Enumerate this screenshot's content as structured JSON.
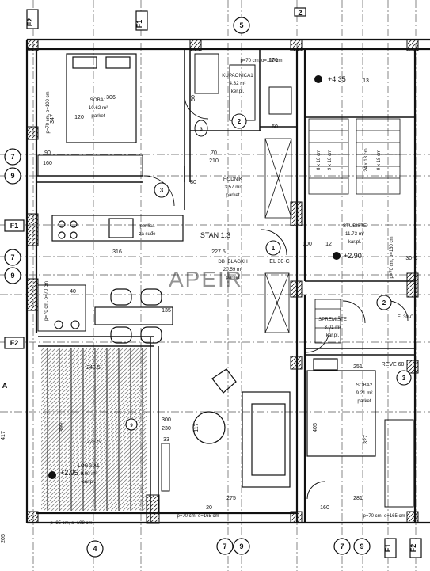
{
  "watermark": "APEIR",
  "axes": {
    "top_left": "F2",
    "top_mid": "F1",
    "top_circle": "5",
    "top_right": "2",
    "bottom": [
      "4",
      "7",
      "9",
      "7",
      "9",
      "F1",
      "F2"
    ],
    "left_markers": [
      "7",
      "9",
      "F1",
      "7",
      "9",
      "F2"
    ],
    "left_A": "A"
  },
  "rooms": {
    "soba1": {
      "name": "SOBA1",
      "area": "10.62 m²",
      "floor": "parket"
    },
    "kupaonica": {
      "name": "KUPAONICA1",
      "area": "4.32 m²",
      "floor": "ker.pl."
    },
    "hodnik": {
      "name": "HODNIK",
      "area": "3.57 m²",
      "floor": "parket"
    },
    "stan": {
      "name": "STAN 1.3"
    },
    "dnevni": {
      "name": "DB+BLAGKH",
      "area": "20.59 m²",
      "floor": "parket"
    },
    "stubiste": {
      "name": "STUBIŠTE",
      "area": "11.73 m²",
      "floor": "kar.pl."
    },
    "spremiste": {
      "name": "SPREMIŠTE",
      "area": "3.01 m²",
      "floor": "kar.pl."
    },
    "soba2": {
      "name": "SOBA2",
      "area": "9.21 m²",
      "floor": "parket"
    },
    "loggia": {
      "name": "LOGGIA1",
      "area": "9.00 m²",
      "floor": "cnr.pl."
    }
  },
  "levels": {
    "upper": "+4.35",
    "mid": "+2.90",
    "loggia": "+2.95"
  },
  "labels": {
    "perilica": "perilica",
    "za_sude": "za suđe",
    "revel": "REVE 60",
    "el": "EL 30-C",
    "ei_1": "EI 30-C",
    "ei_2": "30-C",
    "ei_3": "EI 30-C",
    "prozor": "p=70 cm, o=100 cm",
    "prozor_b1": "p=85 cm, o=108 cm",
    "prozor_b2": "p=70 cm, o=165 cm",
    "prozor_b3": "p=70 cm, o=165 cm",
    "prozor_left": "p=70 cm, o=100 cm",
    "prozor_left2": "p=70 cm, o=70 cm",
    "prozor_right": "p=70 cm, o=130 cm",
    "stair_a": "8 x 18 cm",
    "stair_b": "9 x 18 cm",
    "stair_c": "24 x 18 cm",
    "stair_d": "9 x 18 cm"
  },
  "dims": {
    "d306": "306",
    "d347": "347",
    "d170": "170",
    "d90": "90",
    "d120": "120",
    "d50": "50",
    "d60": "60",
    "d70": "70",
    "d210": "210",
    "d80": "80",
    "d316": "316",
    "d227": "227.5",
    "d160": "160",
    "d100": "100",
    "d12": "12",
    "d13": "13",
    "d40": "40",
    "d135": "135",
    "d243": "243.5",
    "d229": "229.5",
    "d399": "399",
    "d300": "300",
    "d230": "230",
    "d33": "33",
    "d275": "275",
    "d251": "251",
    "d327": "327",
    "d117": "117",
    "d405": "405",
    "d417": "417",
    "d20": "20",
    "d160b": "160",
    "d281": "281",
    "d205": "205"
  },
  "circles": {
    "c1": "1",
    "c2": "2",
    "c3a": "3",
    "c3b": "3",
    "c2b": "2",
    "c9": "9",
    "c3c": "3"
  }
}
